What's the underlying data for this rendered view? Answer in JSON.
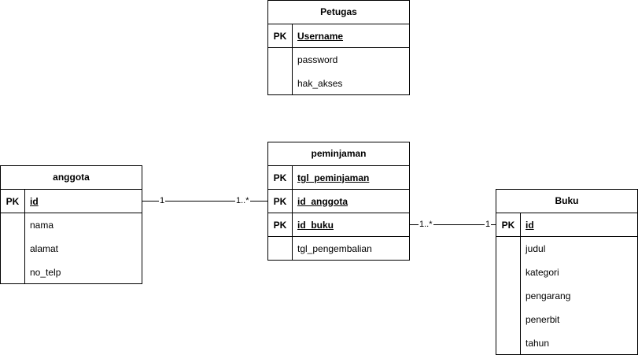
{
  "entities": {
    "petugas": {
      "title": "Petugas",
      "pk_label": "PK",
      "pk": [
        "Username"
      ],
      "attributes": [
        "password",
        "hak_akses"
      ]
    },
    "peminjaman": {
      "title": "peminjaman",
      "pk_label": "PK",
      "pk": [
        "tgl_peminjaman",
        "id_anggota",
        "id_buku"
      ],
      "attributes": [
        "tgl_pengembalian"
      ]
    },
    "anggota": {
      "title": "anggota",
      "pk_label": "PK",
      "pk": [
        "id"
      ],
      "attributes": [
        "nama",
        "alamat",
        "no_telp"
      ]
    },
    "buku": {
      "title": "Buku",
      "pk_label": "PK",
      "pk": [
        "id"
      ],
      "attributes": [
        "judul",
        "kategori",
        "pengarang",
        "penerbit",
        "tahun"
      ]
    }
  },
  "relationships": {
    "anggota_peminjaman": {
      "from_mult": "1",
      "to_mult": "1..*"
    },
    "peminjaman_buku": {
      "from_mult": "1..*",
      "to_mult": "1"
    }
  }
}
